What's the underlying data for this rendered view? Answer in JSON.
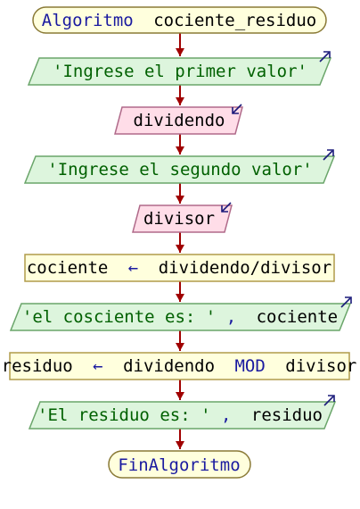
{
  "start": {
    "keyword": "Algoritmo",
    "name": "cociente_residuo"
  },
  "output1": {
    "text": "'Ingrese el primer valor'"
  },
  "input1": {
    "variable": "dividendo"
  },
  "output2": {
    "text": "'Ingrese el segundo valor'"
  },
  "input2": {
    "variable": "divisor"
  },
  "assign1": {
    "target": "cociente",
    "arrow": "←",
    "expression": "dividendo/divisor"
  },
  "output3": {
    "string": "'el cosciente es: '",
    "separator": ",",
    "variable": "cociente"
  },
  "assign2": {
    "target": "residuo",
    "arrow": "←",
    "left": "dividendo",
    "op": "MOD",
    "right": "divisor"
  },
  "output4": {
    "string": "'El residuo es: '",
    "separator": ",",
    "variable": "residuo"
  },
  "end": {
    "keyword": "FinAlgoritmo"
  },
  "colors": {
    "terminal_fill": "#ffffdd",
    "terminal_stroke": "#8a7a36",
    "output_fill": "#ddf5dd",
    "output_stroke": "#6aa56a",
    "input_fill": "#ffdde8",
    "input_stroke": "#b06a8a",
    "process_fill": "#ffffdd",
    "process_stroke": "#b09b4a",
    "arrow": "#a00000",
    "keyword": "#1a1aa0",
    "string": "#006000",
    "variable": "#000000",
    "io_arrow": "#1a1a7a"
  }
}
